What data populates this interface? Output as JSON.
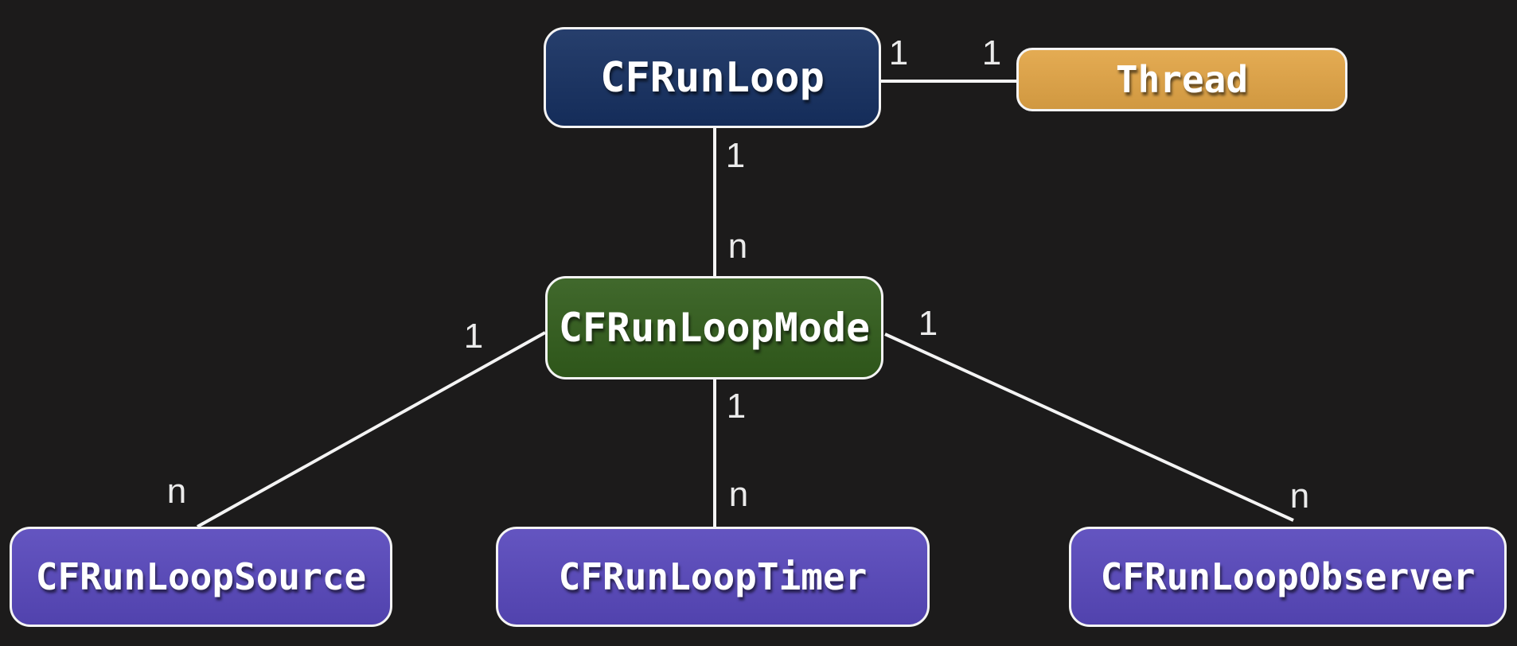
{
  "colors": {
    "background": "#1c1b1b",
    "edge_stroke": "#f4f4f4",
    "node_border": "#f4f4f4",
    "navy": "#163061",
    "orange": "#e2a546",
    "green": "#325d1c",
    "purple": "#5848bc"
  },
  "diagram": {
    "nodes": [
      {
        "id": "cfrunloop",
        "label": "CFRunLoop",
        "color": "#163061"
      },
      {
        "id": "thread",
        "label": "Thread",
        "color": "#e2a546"
      },
      {
        "id": "cfrunloopmode",
        "label": "CFRunLoopMode",
        "color": "#325d1c"
      },
      {
        "id": "cfrunloopsource",
        "label": "CFRunLoopSource",
        "color": "#5848bc"
      },
      {
        "id": "cfrunlooptimer",
        "label": "CFRunLoopTimer",
        "color": "#5848bc"
      },
      {
        "id": "cfrunloopobserver",
        "label": "CFRunLoopObserver",
        "color": "#5848bc"
      }
    ],
    "edges": [
      {
        "from": "CFRunLoop",
        "to": "Thread",
        "from_label": "1",
        "to_label": "1"
      },
      {
        "from": "CFRunLoop",
        "to": "CFRunLoopMode",
        "from_label": "1",
        "to_label": "n"
      },
      {
        "from": "CFRunLoopMode",
        "to": "CFRunLoopSource",
        "from_label": "1",
        "to_label": "n"
      },
      {
        "from": "CFRunLoopMode",
        "to": "CFRunLoopTimer",
        "from_label": "1",
        "to_label": "n"
      },
      {
        "from": "CFRunLoopMode",
        "to": "CFRunLoopObserver",
        "from_label": "1",
        "to_label": "n"
      }
    ]
  }
}
